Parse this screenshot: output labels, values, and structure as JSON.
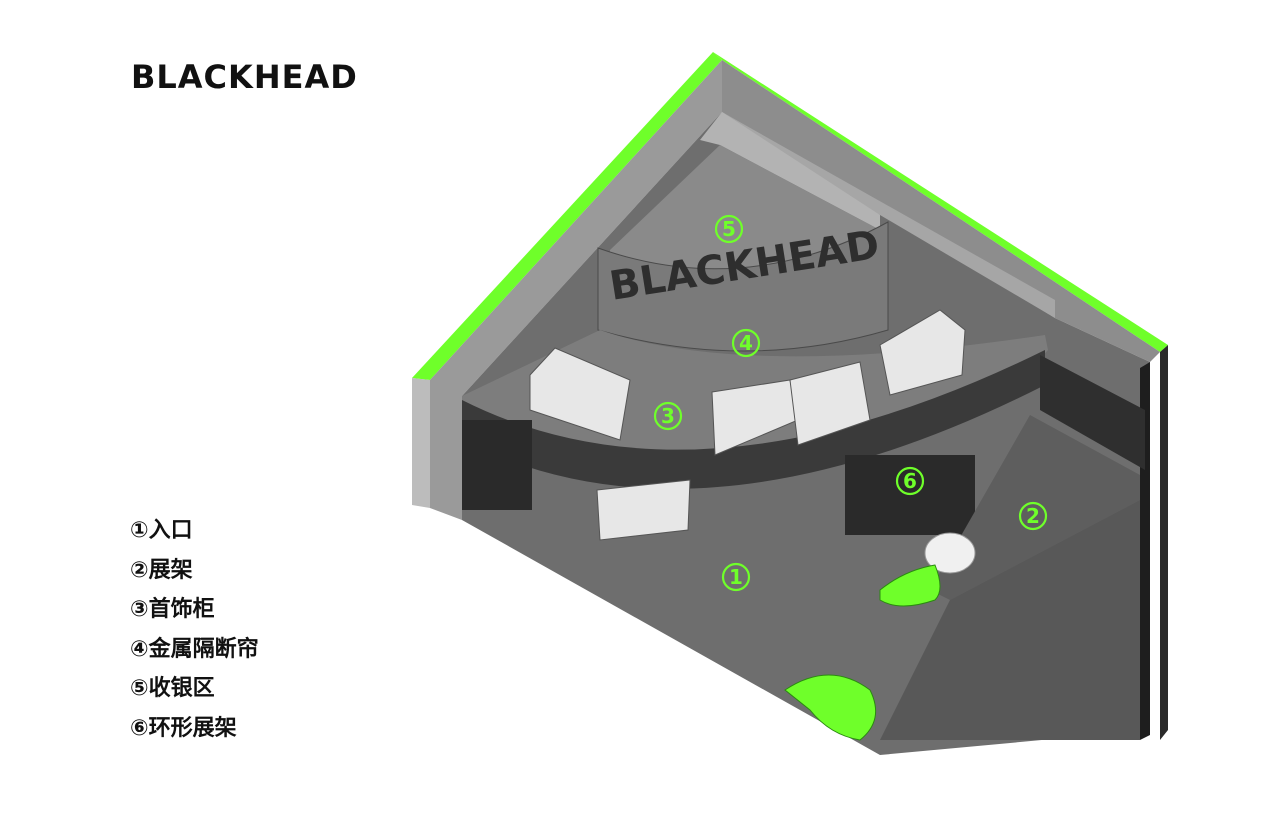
{
  "brand": "BLACKHEAD",
  "legend": [
    {
      "label": "①入口"
    },
    {
      "label": "②展架"
    },
    {
      "label": "③首饰柜"
    },
    {
      "label": "④金属隔断帘"
    },
    {
      "label": "⑤收银区"
    },
    {
      "label": "⑥环形展架"
    }
  ],
  "markers": [
    "1",
    "2",
    "3",
    "4",
    "5",
    "6"
  ],
  "curtain_text": "BLACKHEAD",
  "colors": {
    "accent_green": "#6fff2a",
    "floor": "#6e6e6e",
    "wall": "#9a9a9a",
    "dark": "#2a2a2a"
  }
}
